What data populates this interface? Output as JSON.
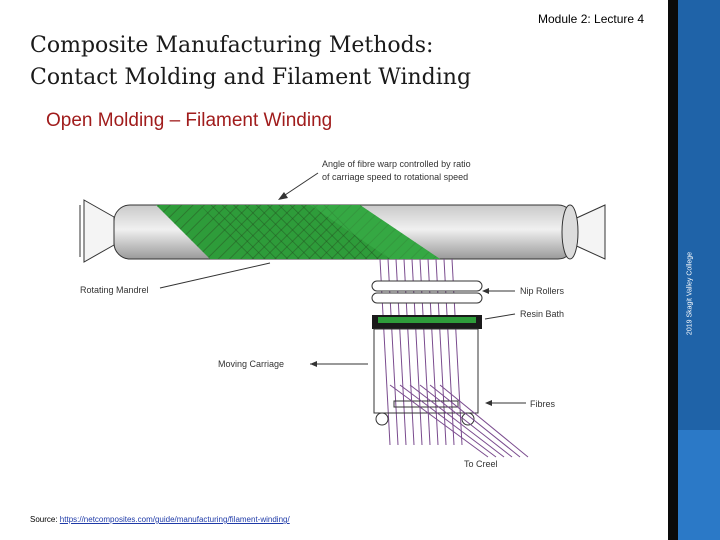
{
  "header": {
    "module": "Module 2: Lecture 4",
    "title_line1": "Composite Manufacturing Methods:",
    "title_line2": "Contact Molding and Filament Winding",
    "subtitle": "Open Molding – Filament Winding"
  },
  "sidebar": {
    "credit": "2019 Skagit Valley College"
  },
  "diagram": {
    "callout_line1": "Angle of fibre warp controlled by ratio",
    "callout_line2": "of carriage speed to rotational speed",
    "label_mandrel": "Rotating Mandrel",
    "label_nip": "Nip Rollers",
    "label_resin": "Resin Bath",
    "label_carriage": "Moving Carriage",
    "label_fibres": "Fibres",
    "label_creel": "To Creel"
  },
  "footer": {
    "source_prefix": "Source: ",
    "source_link": "https://netcomposites.com/guide/manufacturing/filament-winding/"
  },
  "colors": {
    "title_red": "#a01c1c",
    "sidebar_blue": "#1f63a8",
    "fibre_green": "#2e9c3a",
    "fibre_purple": "#8a4a9a"
  }
}
